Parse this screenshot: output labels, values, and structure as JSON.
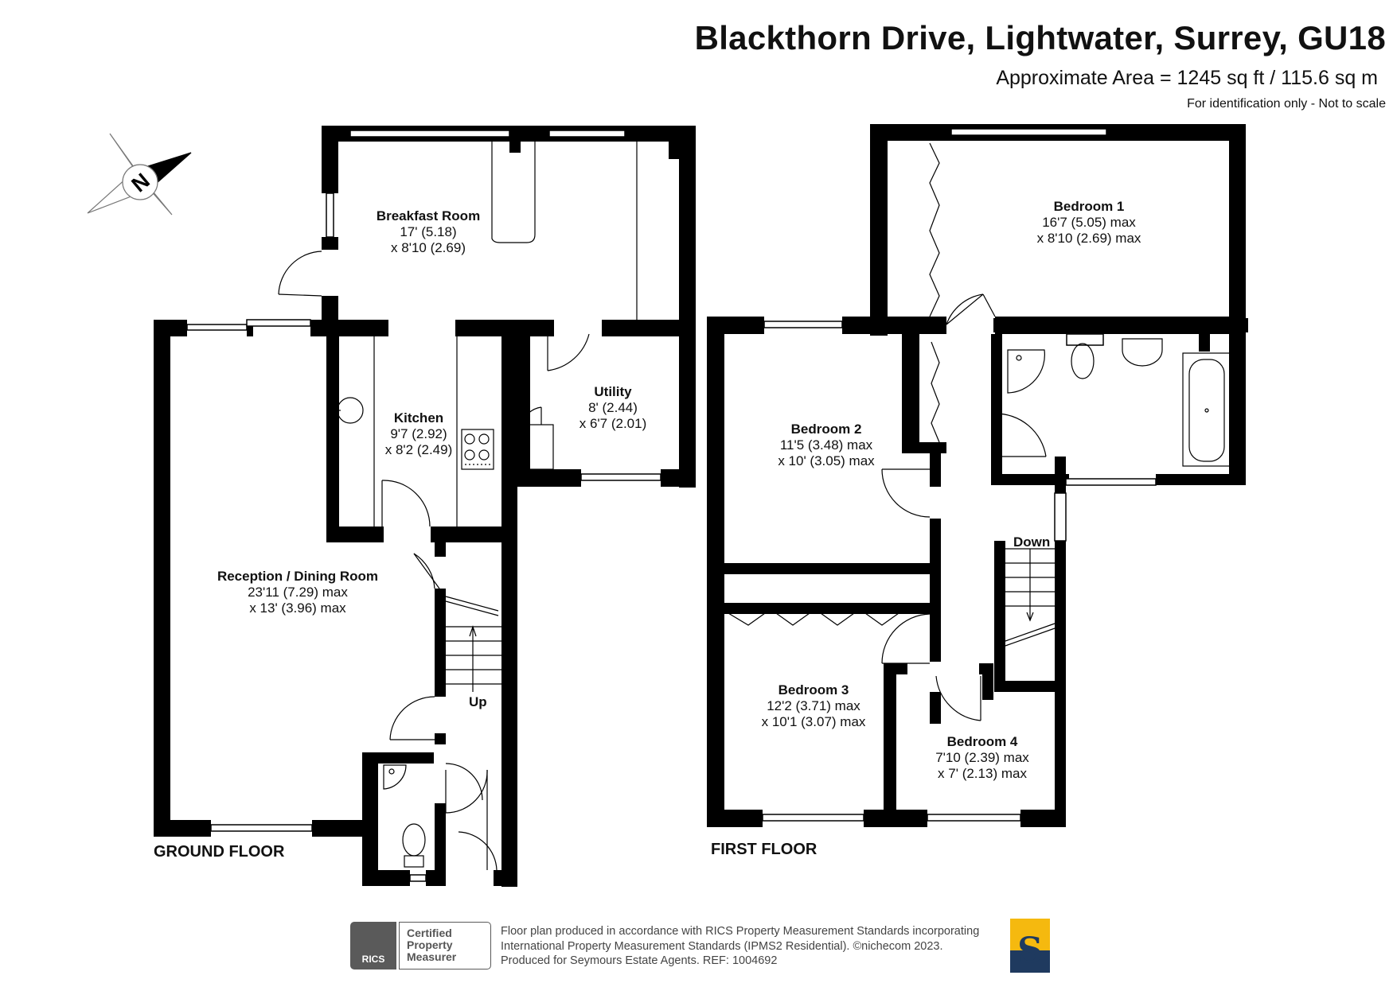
{
  "header": {
    "title": "Blackthorn Drive, Lightwater, Surrey, GU18",
    "area": "Approximate Area = 1245 sq ft / 115.6 sq m",
    "note": "For identification only - Not to scale"
  },
  "compass": {
    "letter": "N"
  },
  "floors": {
    "ground": {
      "label": "GROUND FLOOR"
    },
    "first": {
      "label": "FIRST FLOOR"
    }
  },
  "rooms": {
    "breakfast": {
      "name": "Breakfast Room",
      "dim1": "17' (5.18)",
      "dim2": "x 8'10 (2.69)"
    },
    "kitchen": {
      "name": "Kitchen",
      "dim1": "9'7 (2.92)",
      "dim2": "x 8'2 (2.49)"
    },
    "utility": {
      "name": "Utility",
      "dim1": "8' (2.44)",
      "dim2": "x 6'7 (2.01)"
    },
    "reception": {
      "name": "Reception / Dining Room",
      "dim1": "23'11 (7.29) max",
      "dim2": "x 13' (3.96) max"
    },
    "bedroom1": {
      "name": "Bedroom 1",
      "dim1": "16'7 (5.05) max",
      "dim2": "x 8'10 (2.69) max"
    },
    "bedroom2": {
      "name": "Bedroom 2",
      "dim1": "11'5 (3.48) max",
      "dim2": "x 10' (3.05) max"
    },
    "bedroom3": {
      "name": "Bedroom 3",
      "dim1": "12'2 (3.71) max",
      "dim2": "x 10'1 (3.07) max"
    },
    "bedroom4": {
      "name": "Bedroom 4",
      "dim1": "7'10 (2.39) max",
      "dim2": "x 7' (2.13) max"
    }
  },
  "stairs": {
    "up": "Up",
    "down": "Down"
  },
  "footer": {
    "line1": "Floor plan produced in accordance with RICS Property Measurement Standards incorporating",
    "line2": "International Property Measurement Standards (IPMS2 Residential).   ©nichecom 2023.",
    "line3": "Produced for Seymours Estate Agents.   REF:  1004692",
    "rics_mark": "RICS",
    "badge_line1": "Certified",
    "badge_line2": "Property",
    "badge_line3": "Measurer",
    "logo_letter": "S"
  },
  "colors": {
    "wall": "#000000",
    "logo_yellow": "#f5b90f",
    "logo_navy": "#1f3a5f"
  }
}
